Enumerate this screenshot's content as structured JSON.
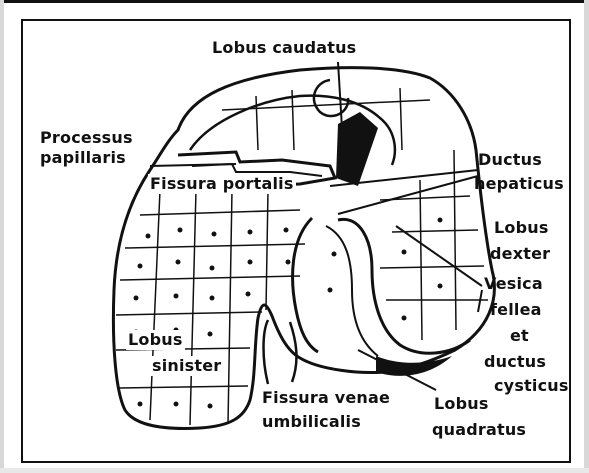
{
  "labels": {
    "lobus_caudatus": "Lobus caudatus",
    "processus_line1": "Processus",
    "processus_line2": "papillaris",
    "fissura_portalis": "Fissura portalis",
    "ductus_line1": "Ductus",
    "ductus_line2": "hepaticus",
    "lobus_dexter_line1": "Lobus",
    "lobus_dexter_line2": "dexter",
    "vesica_line1": "Vesica",
    "vesica_line2": "fellea",
    "vesica_line3": "et",
    "vesica_line4": "ductus",
    "vesica_line5": "cysticus",
    "lobus_sinister_line1": "Lobus",
    "lobus_sinister_line2": "sinister",
    "fissura_venae_line1": "Fissura venae",
    "fissura_venae_line2": "umbilicalis",
    "lobus_quadratus_line1": "Lobus",
    "lobus_quadratus_line2": "quadratus"
  },
  "colors": {
    "ink": "#111111",
    "paper": "#ffffff",
    "frame": "#111111"
  }
}
